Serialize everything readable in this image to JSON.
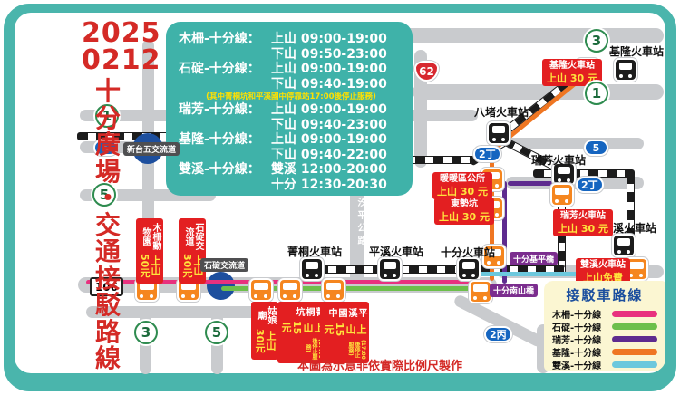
{
  "title": {
    "date1": "2025",
    "date2": "0212",
    "vertical": "十分廣場・交通接駁路線",
    "map_note": "本圖為示意非依實際比例尺製作"
  },
  "schedule": {
    "rows": [
      {
        "route": "木柵-十分線：",
        "t1": "上山 09:00-19:00",
        "t2": "下山 09:50-23:00"
      },
      {
        "route": "石碇-十分線：",
        "t1": "上山 09:00-19:00",
        "t2": "下山 09:40-19:00"
      },
      {
        "route": "瑞芳-十分線：",
        "t1": "上山 09:00-19:00",
        "t2": "下山 09:40-23:00"
      },
      {
        "route": "基隆-十分線：",
        "t1": "上山 09:00-19:00",
        "t2": "下山 09:40-22:00"
      },
      {
        "route": "雙溪-十分線：",
        "t1": "雙溪 12:00-20:00",
        "t2": "十分 12:30-20:30"
      }
    ],
    "note": "(其中菁桐坑和平溪國中停靠站17:00後停止服務)"
  },
  "stations": [
    {
      "label": "基隆火車站"
    },
    {
      "label": "八堵火車站"
    },
    {
      "label": "瑞芳火車站"
    },
    {
      "label": "雙溪火車站"
    },
    {
      "label": "菁桐火車站"
    },
    {
      "label": "平溪火車站"
    },
    {
      "label": "十分火車站"
    }
  ],
  "fares": [
    {
      "name": "基隆火車站",
      "fare": "上山 30 元"
    },
    {
      "name": "暖暖區公所",
      "fare": "上山 30 元"
    },
    {
      "name": "東勢坑",
      "fare": "上山 30 元"
    },
    {
      "name": "瑞芳火車站",
      "fare": "上山 30 元"
    },
    {
      "name": "雙溪火車站",
      "fare": "上山免費"
    }
  ],
  "fares_vertical": [
    {
      "name": "木柵動物園",
      "fare": "上山50元",
      "note": ""
    },
    {
      "name": "石碇交流道",
      "fare": "上山30元",
      "note": ""
    },
    {
      "name": "姑娘廟",
      "fare": "上山30元",
      "note": ""
    },
    {
      "name": "菁桐坑",
      "fare": "上山15元",
      "note": "(17:00後停止服務)"
    },
    {
      "name": "平溪國中",
      "fare": "上山15元",
      "note": "(17:00後停止服務)"
    }
  ],
  "road_labels": {
    "xintai5": "新台五交流道",
    "shiding_ic": "石碇交流道",
    "xiping_road": "汐平公路",
    "jiping_bridge": "十分基平橋",
    "nanshan_bridge": "十分南山橋"
  },
  "markers": {
    "one": "1",
    "three": "3",
    "five": "5",
    "two_ding": "2丁",
    "two_bing": "2丙",
    "expwy62": "62",
    "route106": "106"
  },
  "legend": {
    "title": "接駁車路線",
    "items": [
      {
        "label": "木柵-十分線",
        "color": "#e8317e"
      },
      {
        "label": "石碇-十分線",
        "color": "#6dbf4b"
      },
      {
        "label": "瑞芳-十分線",
        "color": "#5e2b8f"
      },
      {
        "label": "基隆-十分線",
        "color": "#ef7622"
      },
      {
        "label": "雙溪-十分線",
        "color": "#6cc8dd"
      }
    ]
  }
}
